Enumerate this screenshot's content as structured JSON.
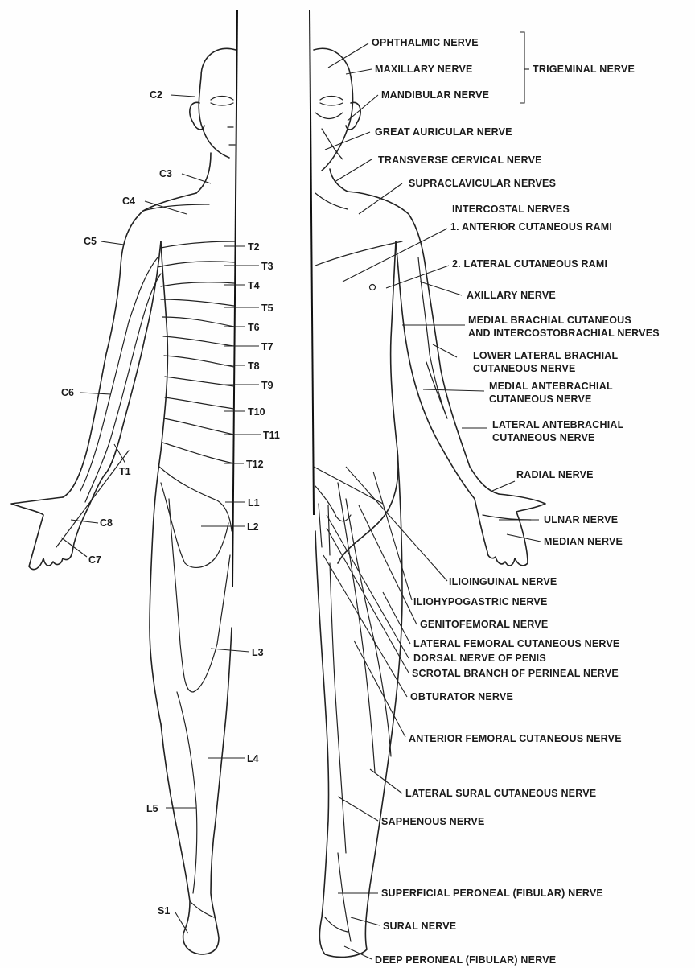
{
  "colors": {
    "ink": "#1a1a1a",
    "paper": "#fefefe"
  },
  "dermatomes": {
    "C2": "C2",
    "C3": "C3",
    "C4": "C4",
    "C5": "C5",
    "C6": "C6",
    "C7": "C7",
    "C8": "C8",
    "T1": "T1",
    "T2": "T2",
    "T3": "T3",
    "T4": "T4",
    "T5": "T5",
    "T6": "T6",
    "T7": "T7",
    "T8": "T8",
    "T9": "T9",
    "T10": "T10",
    "T11": "T11",
    "T12": "T12",
    "L1": "L1",
    "L2": "L2",
    "L3": "L3",
    "L4": "L4",
    "L5": "L5",
    "S1": "S1"
  },
  "nerves": {
    "ophthalmic": "OPHTHALMIC NERVE",
    "maxillary": "MAXILLARY NERVE",
    "mandibular": "MANDIBULAR NERVE",
    "trigeminal": "TRIGEMINAL NERVE",
    "great_auricular": "GREAT AURICULAR NERVE",
    "transverse_cervical": "TRANSVERSE CERVICAL NERVE",
    "supraclavicular": "SUPRACLAVICULAR NERVES",
    "intercostal": "INTERCOSTAL NERVES",
    "anterior_cutaneous_rami": "1. ANTERIOR CUTANEOUS RAMI",
    "lateral_cutaneous_rami": "2. LATERAL CUTANEOUS RAMI",
    "axillary": "AXILLARY NERVE",
    "medial_brachial_1": "MEDIAL BRACHIAL CUTANEOUS",
    "medial_brachial_2": "AND INTERCOSTOBRACHIAL NERVES",
    "lower_lateral_brachial_1": "LOWER LATERAL BRACHIAL",
    "lower_lateral_brachial_2": "CUTANEOUS  NERVE",
    "medial_antebrachial_1": "MEDIAL ANTEBRACHIAL",
    "medial_antebrachial_2": "CUTANEOUS NERVE",
    "lateral_antebrachial_1": "LATERAL ANTEBRACHIAL",
    "lateral_antebrachial_2": "CUTANEOUS NERVE",
    "radial": "RADIAL NERVE",
    "ulnar": "ULNAR NERVE",
    "median": "MEDIAN NERVE",
    "ilioinguinal": "ILIOINGUINAL NERVE",
    "iliohypogastric": "ILIOHYPOGASTRIC NERVE",
    "genitofemoral": "GENITOFEMORAL NERVE",
    "lateral_femoral": "LATERAL FEMORAL CUTANEOUS NERVE",
    "dorsal_penis": "DORSAL NERVE OF PENIS",
    "scrotal": "SCROTAL BRANCH OF PERINEAL NERVE",
    "obturator": "OBTURATOR NERVE",
    "anterior_femoral": "ANTERIOR FEMORAL CUTANEOUS NERVE",
    "lateral_sural": "LATERAL SURAL CUTANEOUS NERVE",
    "saphenous": "SAPHENOUS NERVE",
    "superficial_peroneal": "SUPERFICIAL PERONEAL (FIBULAR) NERVE",
    "sural": "SURAL NERVE",
    "deep_peroneal": "DEEP PERONEAL (FIBULAR) NERVE"
  }
}
